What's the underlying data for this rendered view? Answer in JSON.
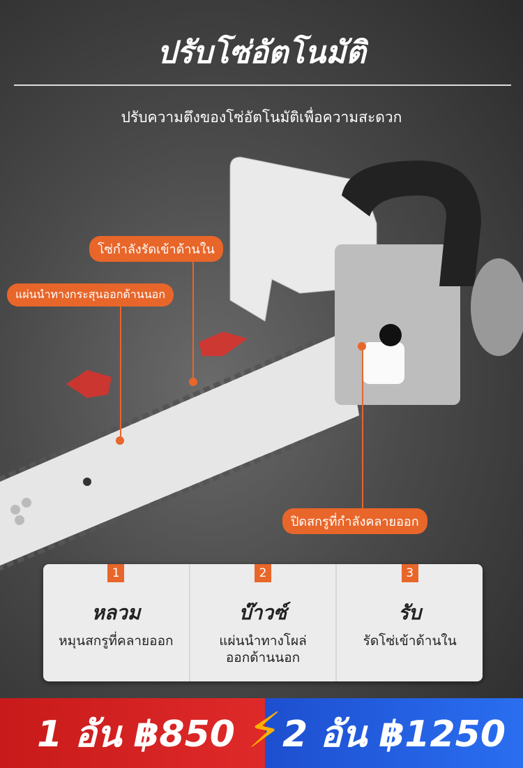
{
  "header": {
    "title": "ปรับโซ่อัตโนมัติ",
    "subtitle": "ปรับความตึงของโซ่อัตโนมัติเพื่อความสะดวก"
  },
  "callouts": [
    "โซ่กำลังรัดเข้าด้านใน",
    "แผ่นนำทางกระสุนออกด้านนอก",
    "ปิดสกรูที่กำลังคลายออก"
  ],
  "steps": [
    {
      "number": "1",
      "heading": "หลวม",
      "desc": "หมุนสกรูที่คลายออก"
    },
    {
      "number": "2",
      "heading": "บ๊าวซ์",
      "desc": "แผ่นนำทางโผล่ ออกด้านนอก"
    },
    {
      "number": "3",
      "heading": "รับ",
      "desc": "รัดโซ่เข้าด้านใน"
    }
  ],
  "pricing": {
    "offer1": "1 อัน ฿850",
    "offer2": "2 อัน ฿1250",
    "icon": "lightning-icon"
  },
  "colors": {
    "accent": "#e8662a",
    "red": "#d42020",
    "blue": "#2a6ef0"
  }
}
